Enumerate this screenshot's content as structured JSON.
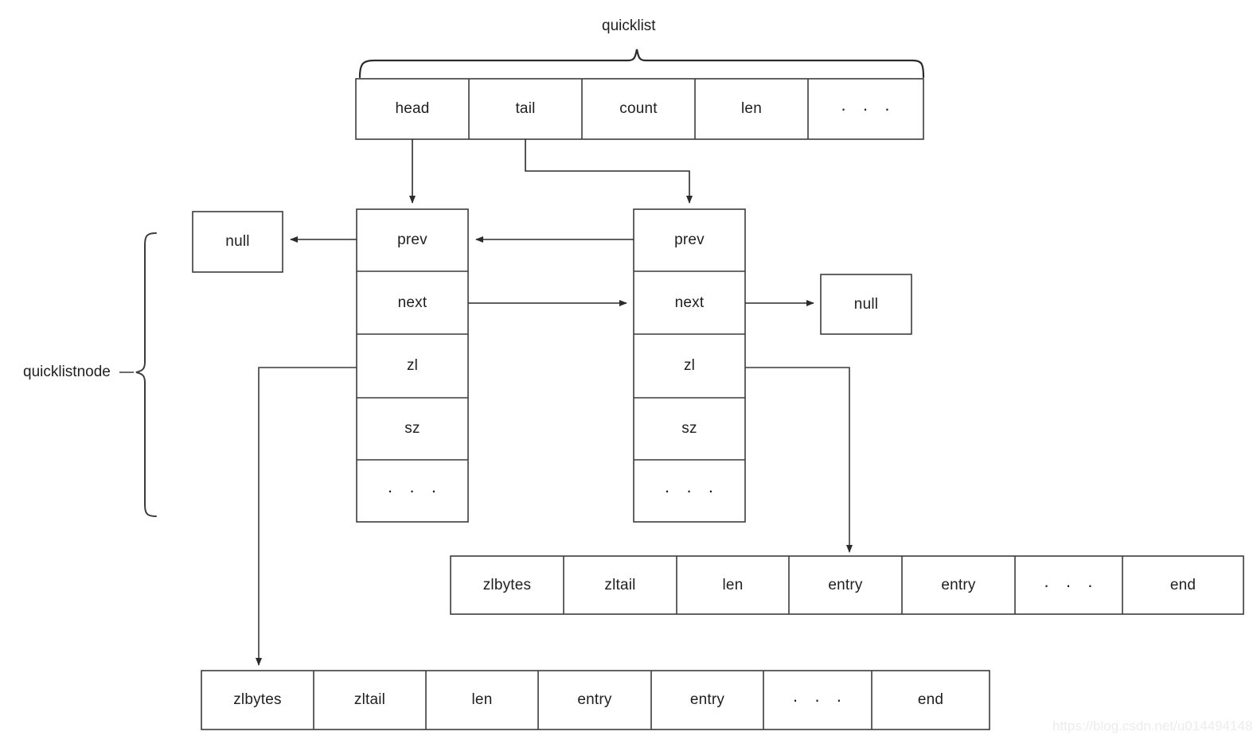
{
  "diagram": {
    "title_label": "quicklist",
    "node_group_label": "quicklistnode",
    "watermark": "https://blog.csdn.net/u014494148",
    "stroke_color": "#3c3c3c",
    "text_color": "#1f1f1f",
    "background": "#ffffff"
  },
  "quicklist": {
    "brace_label": "quicklist",
    "fields": [
      {
        "label": "head"
      },
      {
        "label": "tail"
      },
      {
        "label": "count"
      },
      {
        "label": "len"
      },
      {
        "label": "· · ·"
      }
    ]
  },
  "nodes": [
    {
      "name": "quicklistnode-1",
      "fields": [
        {
          "label": "prev"
        },
        {
          "label": "next"
        },
        {
          "label": "zl"
        },
        {
          "label": "sz"
        },
        {
          "label": "· · ·"
        }
      ]
    },
    {
      "name": "quicklistnode-2",
      "fields": [
        {
          "label": "prev"
        },
        {
          "label": "next"
        },
        {
          "label": "zl"
        },
        {
          "label": "sz"
        },
        {
          "label": "· · ·"
        }
      ]
    }
  ],
  "null_boxes": [
    {
      "label": "null",
      "position": "left-of-node-1-prev"
    },
    {
      "label": "null",
      "position": "right-of-node-2-next"
    }
  ],
  "ziplists": [
    {
      "name": "ziplist-upper",
      "pointed_from": "quicklistnode-2.zl",
      "cells": [
        {
          "label": "zlbytes"
        },
        {
          "label": "zltail"
        },
        {
          "label": "len"
        },
        {
          "label": "entry"
        },
        {
          "label": "entry"
        },
        {
          "label": "· · ·"
        },
        {
          "label": "end"
        }
      ]
    },
    {
      "name": "ziplist-lower",
      "pointed_from": "quicklistnode-1.zl",
      "cells": [
        {
          "label": "zlbytes"
        },
        {
          "label": "zltail"
        },
        {
          "label": "len"
        },
        {
          "label": "entry"
        },
        {
          "label": "entry"
        },
        {
          "label": "· · ·"
        },
        {
          "label": "end"
        }
      ]
    }
  ],
  "connections": [
    {
      "from": "quicklist.head",
      "to": "quicklistnode-1",
      "arrow": "down"
    },
    {
      "from": "quicklist.tail",
      "to": "quicklistnode-2",
      "arrow": "down"
    },
    {
      "from": "quicklistnode-1.prev",
      "to": "null-left",
      "arrow": "left"
    },
    {
      "from": "quicklistnode-1.next",
      "to": "quicklistnode-2.prev",
      "arrow": "right"
    },
    {
      "from": "quicklistnode-2.prev",
      "to": "quicklistnode-1.prev",
      "arrow": "left"
    },
    {
      "from": "quicklistnode-2.next",
      "to": "null-right",
      "arrow": "right"
    },
    {
      "from": "quicklistnode-1.zl",
      "to": "ziplist-lower.zlbytes",
      "arrow": "down"
    },
    {
      "from": "quicklistnode-2.zl",
      "to": "ziplist-upper.entry",
      "arrow": "down"
    }
  ]
}
